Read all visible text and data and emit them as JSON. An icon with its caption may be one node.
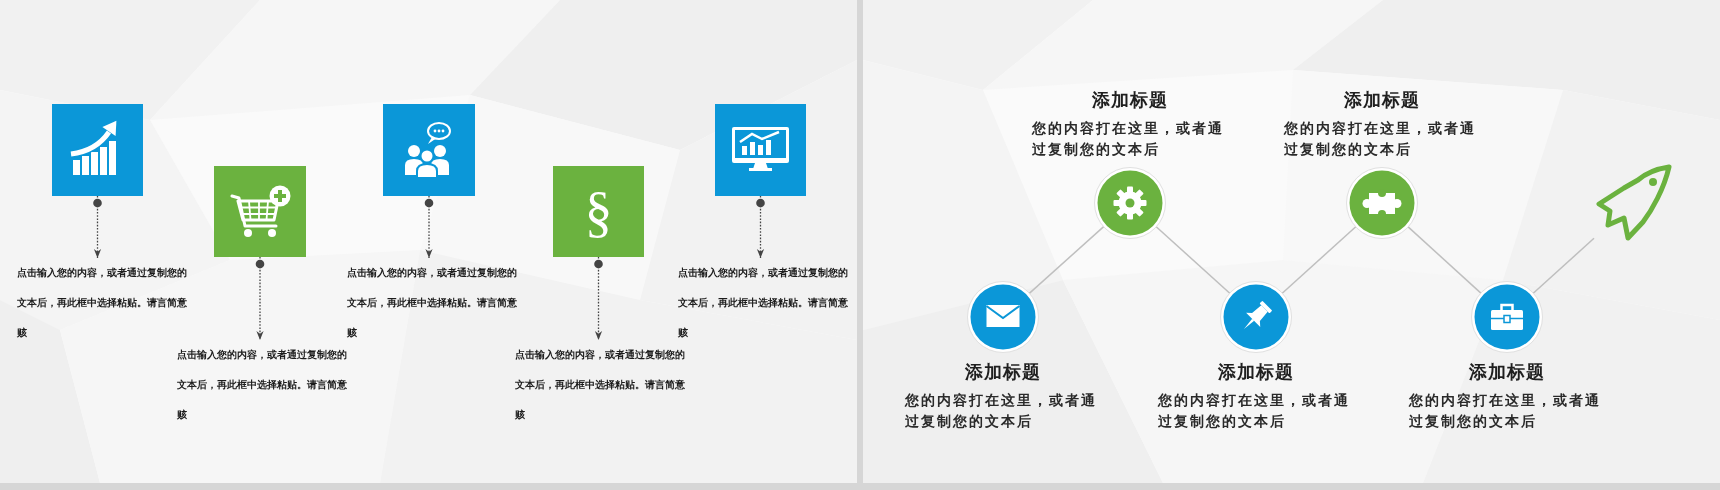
{
  "diagram": {
    "nodes": [
      {
        "text": [],
        "shape": "box"
      },
      {
        "text": [
          "点击输入您的内容，或者通过复制您的文本后，再此框中选择粘贴。请言简意赅"
        ]
      },
      {
        "text": [],
        "shape": "box"
      },
      {
        "text": [
          "点击输入您的内容，或者通过复制您的文本后，再此框中选择粘贴。请言简意赅"
        ]
      },
      {
        "text": [],
        "shape": "box"
      },
      {
        "text": [
          "点击输入您的内容，或者通过复制您的文本后，再此框中选择粘贴。请言简意赅"
        ]
      },
      {
        "text": [
          "§"
        ]
      },
      {
        "text": [
          "点击输入您的内容，或者通过复制您的文本后，再此框中选择粘贴。请言简意赅"
        ]
      },
      {
        "text": [],
        "shape": "box"
      },
      {
        "text": [
          "点击输入您的内容，或者通过复制您的文本后，再此框中选择粘贴。请言简意赅"
        ]
      },
      {
        "text": [
          "添加标题",
          "您的内容打在这里，或者通过复制您的文本后"
        ]
      },
      {
        "text": [
          "添加标题",
          "您的内容打在这里，或者通过复制您的文本后"
        ]
      },
      {
        "text": [
          "添加标题",
          "您的内容打在这里，或者通过复制您的文本后"
        ]
      },
      {
        "text": [
          "添加标题",
          "您的内容打在这里，或者通过复制您的文本后"
        ]
      },
      {
        "text": [
          "添加标题",
          "您的内容打在这里，或者通过复制您的文本后"
        ]
      },
      {
        "text": [],
        "shape": "picture"
      }
    ],
    "edges": [
      {
        "from": 0,
        "to": 1,
        "arrow": "to",
        "style": "dashed"
      },
      {
        "from": 2,
        "to": 3,
        "arrow": "to",
        "style": "dashed"
      },
      {
        "from": 4,
        "to": 5,
        "arrow": "to",
        "style": "dashed"
      },
      {
        "from": 6,
        "to": 7,
        "arrow": "to",
        "style": "dashed"
      },
      {
        "from": 8,
        "to": 9,
        "arrow": "to",
        "style": "dashed"
      },
      {
        "from": 10,
        "to": 11,
        "arrow": "none",
        "color": "#bfbfbf"
      },
      {
        "from": 11,
        "to": 12,
        "arrow": "none",
        "color": "#bfbfbf"
      },
      {
        "from": 12,
        "to": 13,
        "arrow": "none",
        "color": "#bfbfbf"
      },
      {
        "from": 13,
        "to": 14,
        "arrow": "none",
        "color": "#bfbfbf"
      },
      {
        "from": 14,
        "to": 15,
        "arrow": "none",
        "color": "#bfbfbf"
      }
    ]
  }
}
